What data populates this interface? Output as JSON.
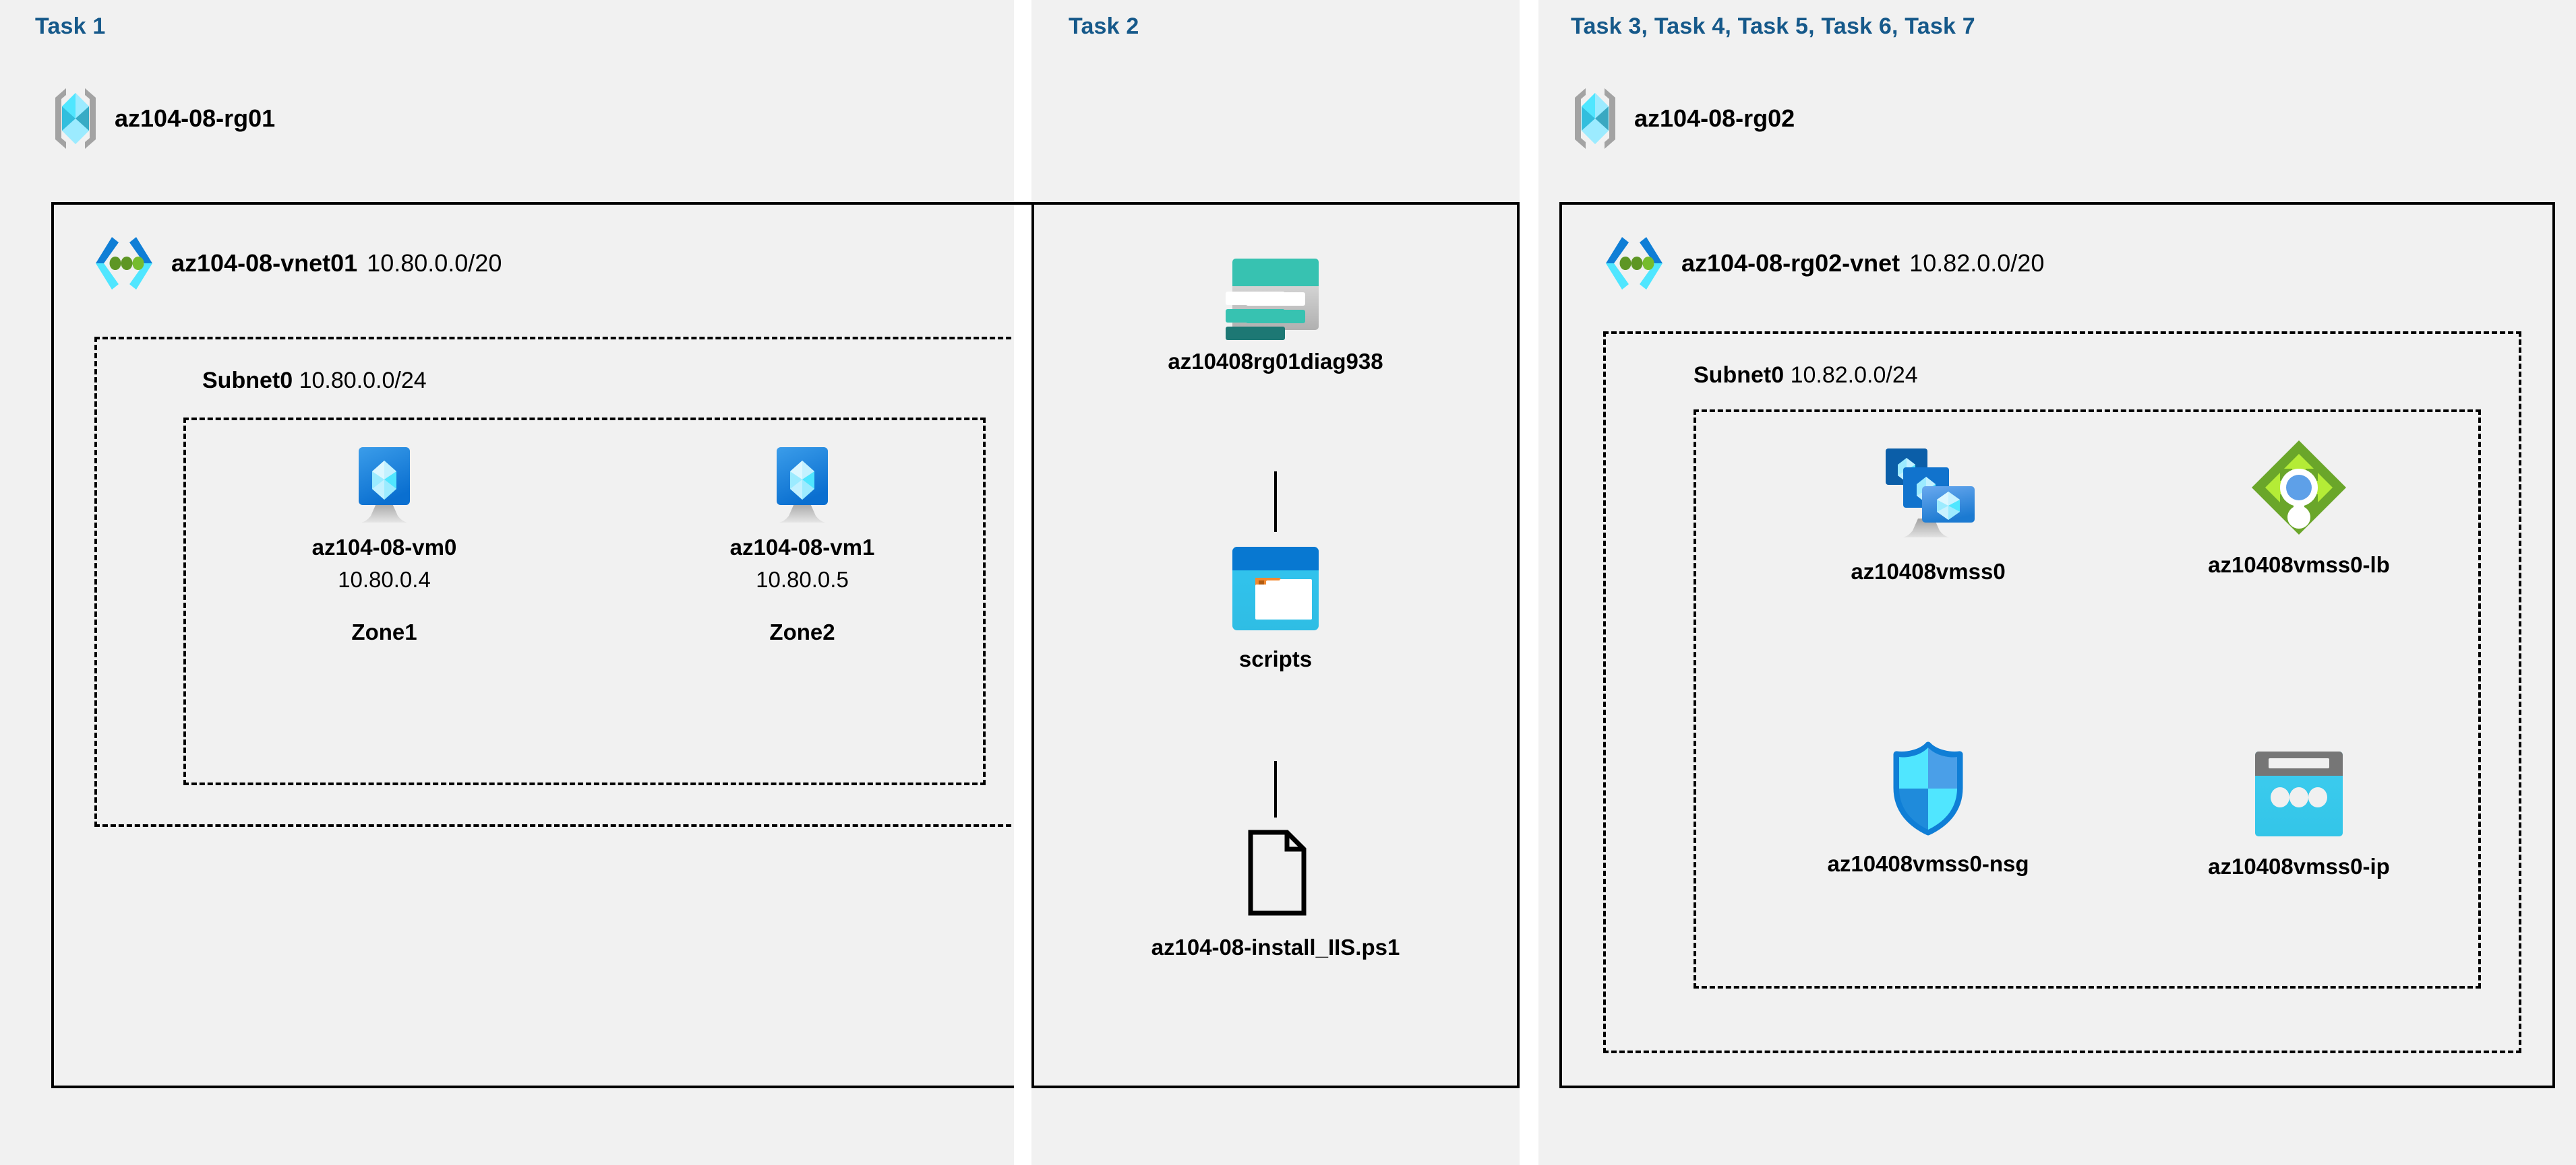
{
  "diagram": {
    "background": "#f1f1f1",
    "task_title_color": "#16598a",
    "columns": [
      {
        "title": "Task 1"
      },
      {
        "title": "Task 2"
      },
      {
        "title": "Task 3, Task 4, Task 5, Task 6, Task 7"
      }
    ]
  },
  "task1": {
    "resource_group": {
      "label": "az104-08-rg01",
      "icon": "resource-group-icon"
    },
    "vnet": {
      "name": "az104-08-vnet01",
      "cidr": "10.80.0.0/20",
      "icon": "virtual-network-icon"
    },
    "subnet": {
      "name": "Subnet0",
      "cidr": "10.80.0.0/24"
    },
    "vms": [
      {
        "icon": "virtual-machine-icon",
        "name": "az104-08-vm0",
        "ip": "10.80.0.4",
        "zone": "Zone1"
      },
      {
        "icon": "virtual-machine-icon",
        "name": "az104-08-vm1",
        "ip": "10.80.0.5",
        "zone": "Zone2"
      }
    ]
  },
  "task2": {
    "storage_account": {
      "icon": "storage-account-icon",
      "name": "az10408rg01diag938"
    },
    "container": {
      "icon": "blob-container-icon",
      "name": "scripts"
    },
    "file": {
      "icon": "file-icon",
      "name": "az104-08-install_IIS.ps1"
    }
  },
  "task3": {
    "resource_group": {
      "label": "az104-08-rg02",
      "icon": "resource-group-icon"
    },
    "vnet": {
      "name": "az104-08-rg02-vnet",
      "cidr": "10.82.0.0/20",
      "icon": "virtual-network-icon"
    },
    "subnet": {
      "name": "Subnet0",
      "cidr": "10.82.0.0/24"
    },
    "resources": [
      {
        "icon": "vm-scale-set-icon",
        "name": "az10408vmss0"
      },
      {
        "icon": "load-balancer-icon",
        "name": "az10408vmss0-lb"
      },
      {
        "icon": "network-security-group-icon",
        "name": "az10408vmss0-nsg"
      },
      {
        "icon": "public-ip-address-icon",
        "name": "az10408vmss0-ip"
      }
    ]
  },
  "colors": {
    "task_title": "#16598a",
    "panel_bg": "#f1f1f1",
    "border": "#000000",
    "azure_blue": "#0078d4",
    "azure_cyan": "#32bedd",
    "azure_light_cyan": "#9cebff",
    "vnet_green": "#5e9624",
    "storage_teal": "#37c2b1",
    "storage_dark_teal": "#1d7874",
    "lb_green": "#6aa62a",
    "lb_light_green": "#b4ec36",
    "gray": "#a3a3a3"
  }
}
